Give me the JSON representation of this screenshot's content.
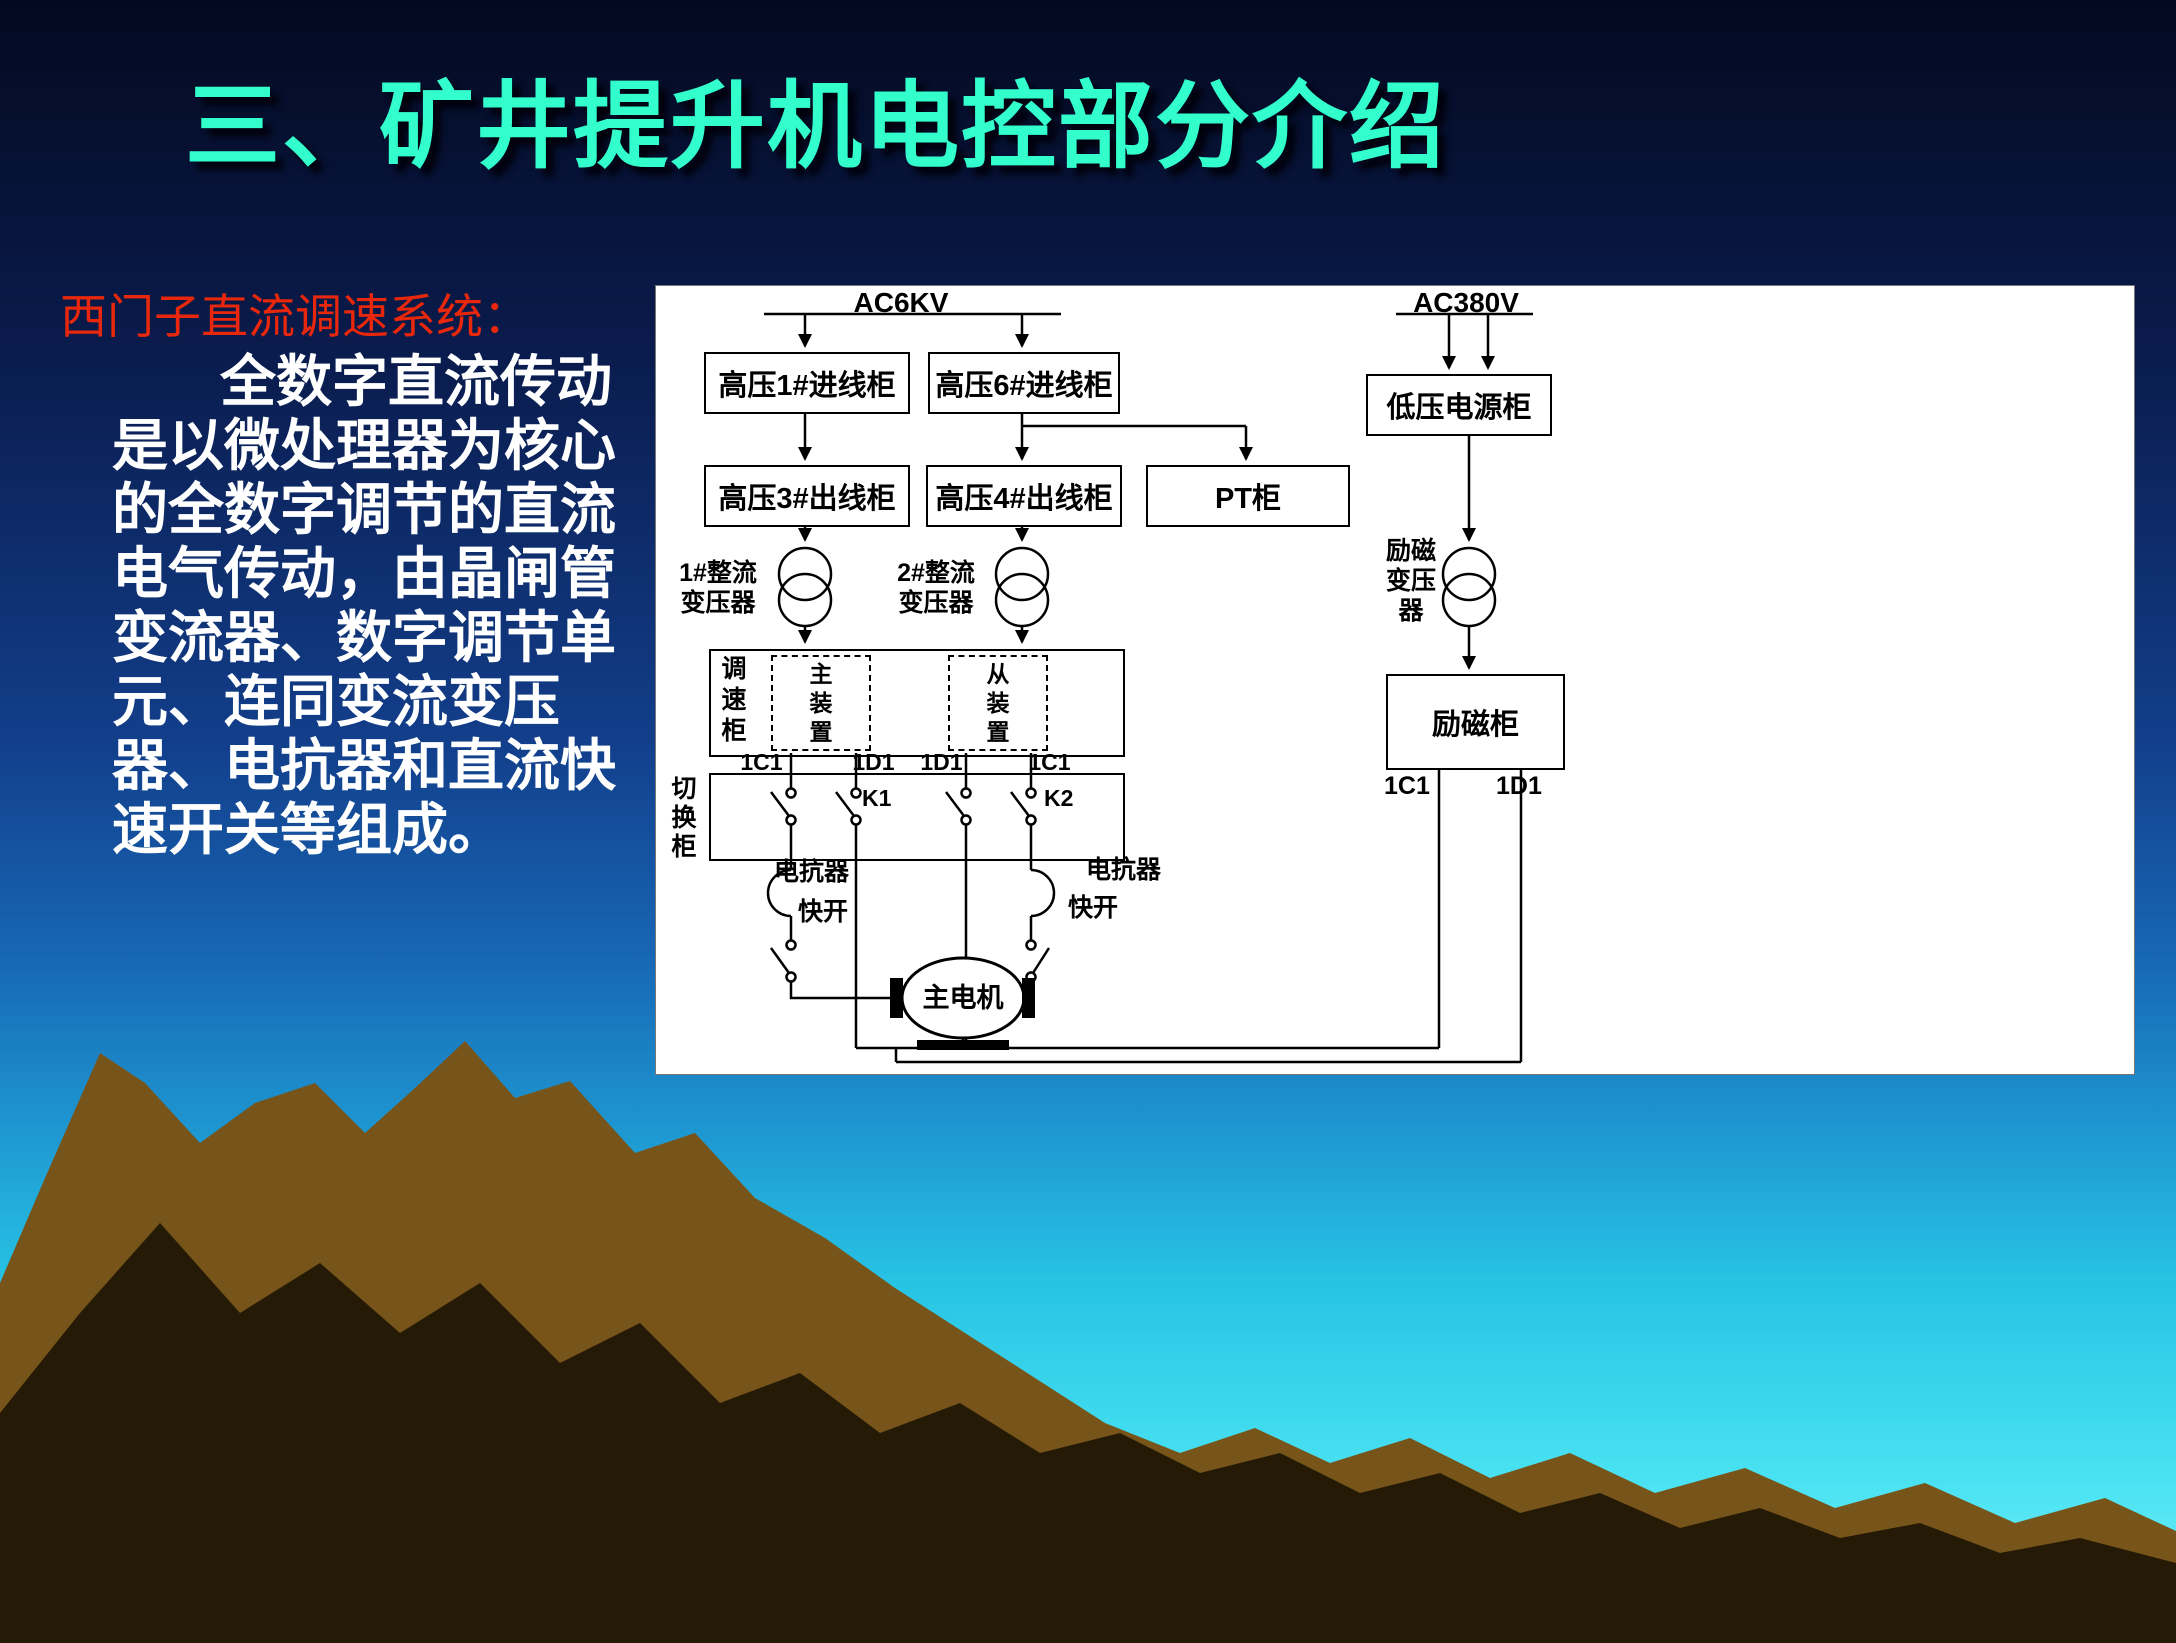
{
  "slide": {
    "title": "三、矿井提升机电控部分介绍",
    "heading_red": "西门子直流调速系统：",
    "paragraph": "全数字直流传动是以微处理器为核心的全数字调节的直流电气传动，由晶闸管变流器、数字调节单元、连同变流变压器、电抗器和直流快速开关等组成。"
  },
  "diagram": {
    "ac6kv": "AC6KV",
    "ac380v": "AC380V",
    "hv1_in": "高压1#进线柜",
    "hv6_in": "高压6#进线柜",
    "lv_power": "低压电源柜",
    "hv3_out": "高压3#出线柜",
    "hv4_out": "高压4#出线柜",
    "pt": "PT柜",
    "rect_tr1": "1#整流\n变压器",
    "rect_tr2": "2#整流\n变压器",
    "exc_tr": "励磁\n变压\n器",
    "speed_cab": "调\n速\n柜",
    "master": "主\n装\n置",
    "slave": "从\n装\n置",
    "switch_cab": "切\n换\n柜",
    "k1": "K1",
    "k2": "K2",
    "lead_1c1_a": "1C1",
    "lead_1d1_a": "1D1",
    "lead_1d1_b": "1D1",
    "lead_1c1_b": "1C1",
    "reactor_left": "电抗器",
    "reactor_right": "电抗器",
    "fast_switch_left": "快开",
    "fast_switch_right": "快开",
    "motor": "主电机",
    "exc_cab": "励磁柜",
    "exc_1c1": "1C1",
    "exc_1d1": "1D1"
  },
  "colors": {
    "title": "#33ffcc",
    "heading": "#e8270c",
    "paragraph": "#ffffff",
    "panel_bg": "#ffffff",
    "line": "#000000",
    "mountain_light": "#77551a",
    "mountain_dark": "#251a05"
  }
}
